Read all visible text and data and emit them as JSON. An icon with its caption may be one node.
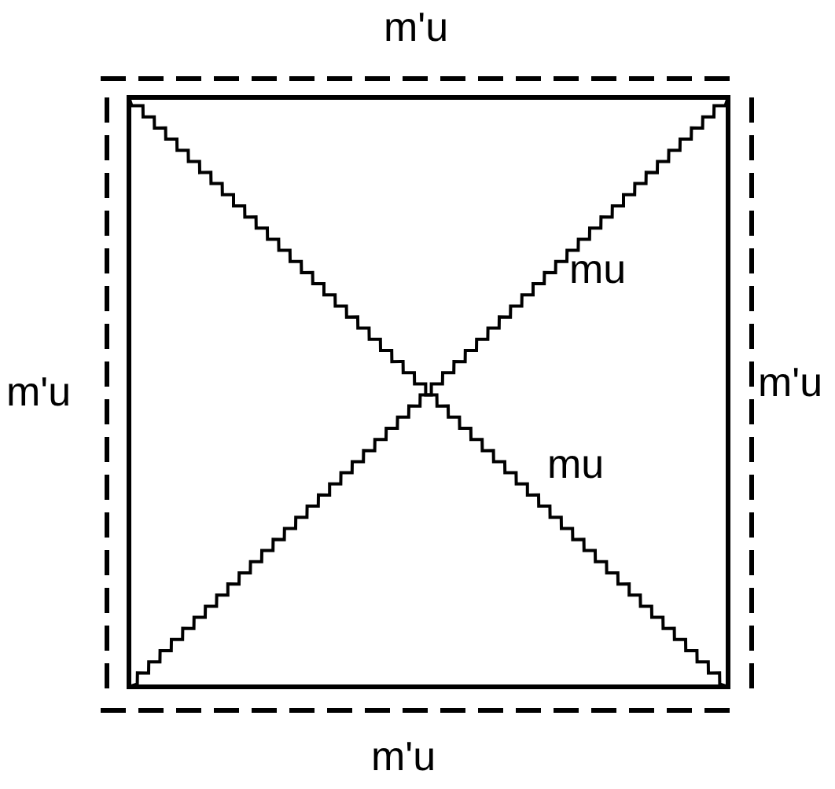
{
  "diagram": {
    "labels": [
      "m'u",
      "mu",
      "m'u",
      "m'u",
      "mu",
      "m'u"
    ]
  }
}
